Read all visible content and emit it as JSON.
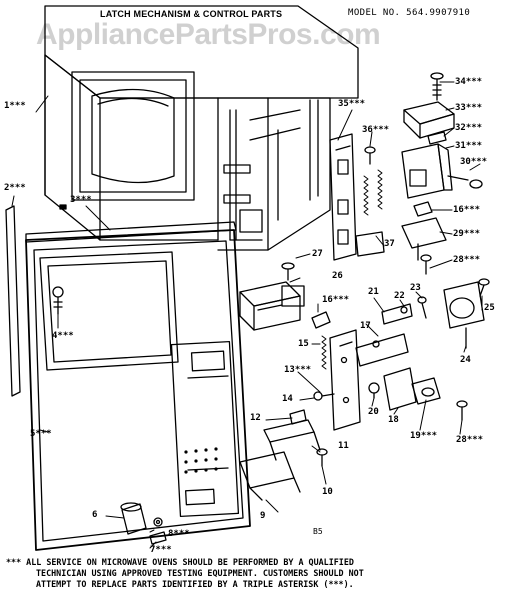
{
  "header": {
    "title": "LATCH MECHANISM & CONTROL PARTS",
    "model": "MODEL NO. 564.9907910"
  },
  "watermark": "AppliancePartsPros.com",
  "callouts": {
    "c1": "1***",
    "c2": "2***",
    "c3": "3***",
    "c4": "4***",
    "c5": "5***",
    "c6": "6",
    "c7": "7***",
    "c8": "8***",
    "c9": "9",
    "c10": "10",
    "c11": "11",
    "c12": "12",
    "c13": "13***",
    "c14": "14",
    "c15": "15",
    "c16a": "16***",
    "c16b": "16***",
    "c17": "17",
    "c18": "18",
    "c19": "19***",
    "c20": "20",
    "c21": "21",
    "c22": "22",
    "c23": "23",
    "c24": "24",
    "c25": "25",
    "c26": "26",
    "c27": "27",
    "c28a": "28***",
    "c28b": "28***",
    "c29": "29***",
    "c30": "30***",
    "c31": "31***",
    "c32": "32***",
    "c33": "33***",
    "c34": "34***",
    "c35": "35***",
    "c36": "36***",
    "c37": "37"
  },
  "page_code": "B5",
  "footnote": [
    "*** ALL SERVICE ON MICROWAVE OVENS SHOULD BE PERFORMED BY A QUALIFIED",
    "TECHNICIAN USING APPROVED TESTING EQUIPMENT. CUSTOMERS SHOULD NOT",
    "ATTEMPT TO REPLACE PARTS IDENTIFIED BY A TRIPLE ASTERISK (***)."
  ]
}
